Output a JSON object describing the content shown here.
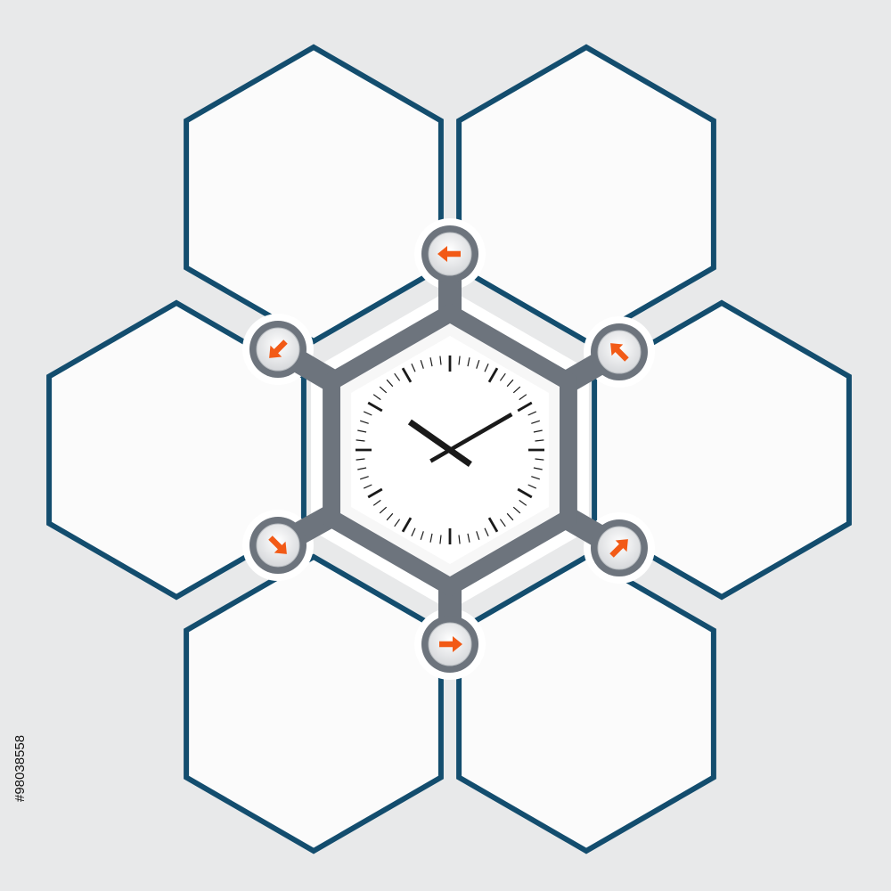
{
  "colors": {
    "background": "#e8e9ea",
    "frame_stroke": "#134d6e",
    "panel_fill": "#fbfbfb",
    "hub": "#6d747d",
    "arrow": "#f25a16",
    "clock_face": "#ffffff",
    "clock_marks": "#1a1a1a"
  },
  "clock": {
    "hour": 10,
    "minute": 10,
    "second": 0
  },
  "panels": [
    {
      "position": "top-left",
      "text": ""
    },
    {
      "position": "top-right",
      "text": ""
    },
    {
      "position": "middle-right",
      "text": ""
    },
    {
      "position": "bottom-right",
      "text": ""
    },
    {
      "position": "bottom-left",
      "text": ""
    },
    {
      "position": "middle-left",
      "text": ""
    }
  ],
  "nodes": [
    {
      "position": "top",
      "icon": "arrow-left-icon"
    },
    {
      "position": "upper-right",
      "icon": "arrow-up-left-icon"
    },
    {
      "position": "lower-right",
      "icon": "arrow-up-right-icon"
    },
    {
      "position": "bottom",
      "icon": "arrow-right-icon"
    },
    {
      "position": "lower-left",
      "icon": "arrow-down-right-icon"
    },
    {
      "position": "upper-left",
      "icon": "arrow-down-left-icon"
    }
  ],
  "stock_id": "#98038558"
}
